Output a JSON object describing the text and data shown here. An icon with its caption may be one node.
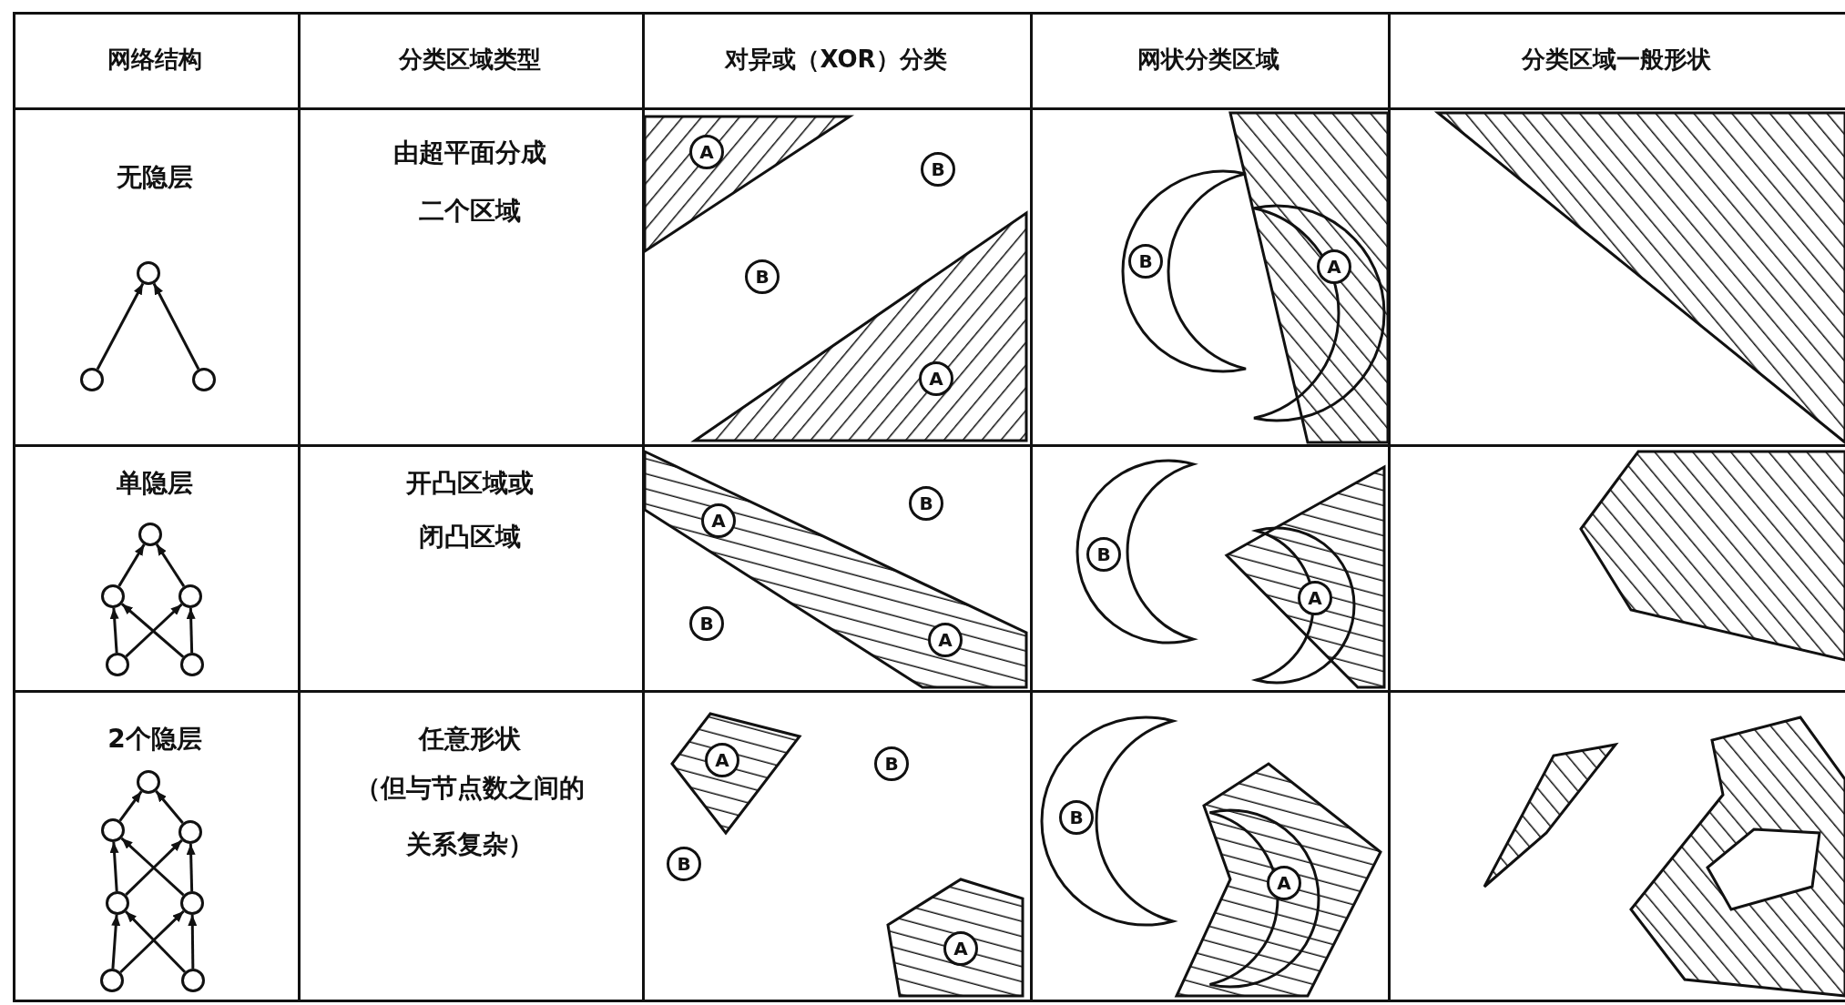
{
  "diagram": {
    "nodes": [
      {
        "text": [],
        "shape": "circle"
      },
      {
        "text": [],
        "shape": "circle"
      },
      {
        "text": [],
        "shape": "circle"
      },
      {
        "text": [
          "A"
        ]
      },
      {
        "text": [
          "B"
        ]
      },
      {
        "text": [
          "B"
        ]
      },
      {
        "text": [
          "A"
        ]
      },
      {
        "text": [
          "B"
        ]
      },
      {
        "text": [
          "A"
        ]
      },
      {
        "text": [],
        "shape": "circle"
      },
      {
        "text": [],
        "shape": "circle"
      },
      {
        "text": [],
        "shape": "circle"
      },
      {
        "text": [],
        "shape": "circle"
      },
      {
        "text": [],
        "shape": "circle"
      },
      {
        "text": [
          "A"
        ]
      },
      {
        "text": [
          "B"
        ]
      },
      {
        "text": [
          "B"
        ]
      },
      {
        "text": [
          "A"
        ]
      },
      {
        "text": [
          "B"
        ]
      },
      {
        "text": [
          "A"
        ]
      },
      {
        "text": [],
        "shape": "circle"
      },
      {
        "text": [],
        "shape": "circle"
      },
      {
        "text": [],
        "shape": "circle"
      },
      {
        "text": [],
        "shape": "circle"
      },
      {
        "text": [],
        "shape": "circle"
      },
      {
        "text": [],
        "shape": "circle"
      },
      {
        "text": [],
        "shape": "circle"
      },
      {
        "text": [
          "A"
        ]
      },
      {
        "text": [
          "B"
        ]
      },
      {
        "text": [
          "B"
        ]
      },
      {
        "text": [
          "A"
        ]
      },
      {
        "text": [
          "B"
        ]
      },
      {
        "text": [
          "A"
        ]
      }
    ],
    "edges": [
      {
        "from": 1,
        "to": 0,
        "arrow": "to"
      },
      {
        "from": 2,
        "to": 0,
        "arrow": "to"
      },
      {
        "from": 10,
        "to": 9,
        "arrow": "to"
      },
      {
        "from": 11,
        "to": 9,
        "arrow": "to"
      },
      {
        "from": 12,
        "to": 10,
        "arrow": "to"
      },
      {
        "from": 12,
        "to": 11,
        "arrow": "to"
      },
      {
        "from": 13,
        "to": 10,
        "arrow": "to"
      },
      {
        "from": 13,
        "to": 11,
        "arrow": "to"
      },
      {
        "from": 21,
        "to": 20,
        "arrow": "to"
      },
      {
        "from": 22,
        "to": 20,
        "arrow": "to"
      },
      {
        "from": 23,
        "to": 21,
        "arrow": "to"
      },
      {
        "from": 23,
        "to": 22,
        "arrow": "to"
      },
      {
        "from": 24,
        "to": 21,
        "arrow": "to"
      },
      {
        "from": 24,
        "to": 22,
        "arrow": "to"
      },
      {
        "from": 25,
        "to": 23,
        "arrow": "to"
      },
      {
        "from": 25,
        "to": 24,
        "arrow": "to"
      },
      {
        "from": 26,
        "to": 23,
        "arrow": "to"
      },
      {
        "from": 26,
        "to": 24,
        "arrow": "to"
      }
    ],
    "labels": [
      "网络结构",
      "分类区域类型",
      "对异或（XOR）分类",
      "网状分类区域",
      "分类区域一般形状",
      "无隐层",
      "由超平面分成二个区域",
      "单隐层",
      "开凸区域或闭凸区域",
      "2个隐层",
      "任意形状",
      "（但与节点数之间的关系复杂）"
    ]
  }
}
